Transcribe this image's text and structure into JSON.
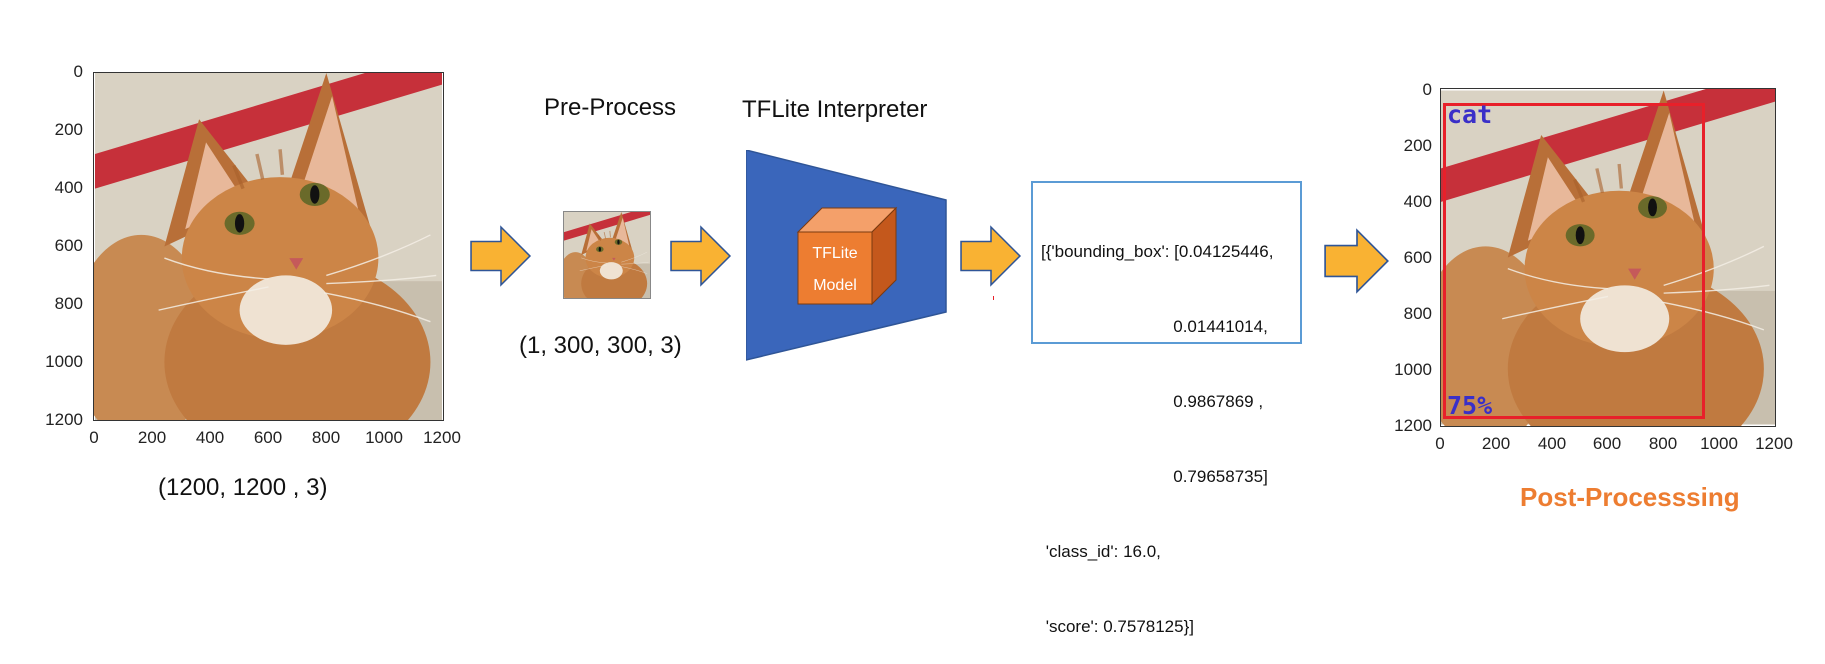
{
  "colors": {
    "arrow_fill": "#f9b233",
    "arrow_stroke": "#2f5597",
    "interpreter_fill": "#3a66bb",
    "model_cube": "#ed7d31",
    "box_border": "#5b9bd5",
    "bbox_red": "#e8202a",
    "detect_label": "#3a2fc8",
    "post_label": "#ed7d31"
  },
  "input_plot": {
    "y_ticks": [
      "0",
      "200",
      "400",
      "600",
      "800",
      "1000",
      "1200"
    ],
    "x_ticks": [
      "0",
      "200",
      "400",
      "600",
      "800",
      "1000",
      "1200"
    ],
    "shape_caption": "(1200, 1200 , 3)"
  },
  "preprocess": {
    "label": "Pre-Process",
    "shape_caption": "(1, 300, 300, 3)"
  },
  "interpreter": {
    "label": "TFLite Interpreter",
    "model_line1": "TFLite",
    "model_line2": "Model"
  },
  "output": {
    "lines": [
      "[{'bounding_box': [0.04125446,",
      "                            0.01441014,",
      "                            0.9867869 ,",
      "                            0.79658735]",
      " 'class_id': 16.0,",
      " 'score': 0.7578125}]"
    ]
  },
  "result_plot": {
    "y_ticks": [
      "0",
      "200",
      "400",
      "600",
      "800",
      "1000",
      "1200"
    ],
    "x_ticks": [
      "0",
      "200",
      "400",
      "600",
      "800",
      "1000",
      "1200"
    ],
    "class_label": "cat",
    "score_label": "75%",
    "caption": "Post-Processsing"
  },
  "icons": [
    "arrow-right-icon",
    "cat-photo",
    "cube-icon"
  ]
}
